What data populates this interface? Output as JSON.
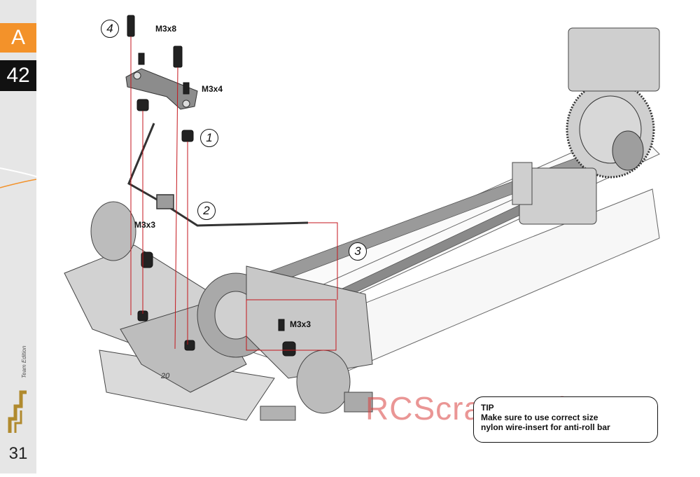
{
  "sidebar": {
    "section_letter": "A",
    "step_number": "42",
    "page_number": "31",
    "logo_caption": "Team Edition"
  },
  "steps": [
    "1",
    "2",
    "3",
    "4"
  ],
  "labels": {
    "screw_top": "M3x8",
    "screw_small": "M3x4",
    "screw_left": "M3x3",
    "screw_right": "M3x3",
    "plate_marking": "20"
  },
  "tip": {
    "title": "TIP",
    "line1": "Make sure to use correct size",
    "line2": "nylon wire-insert for anti-roll bar"
  },
  "watermark": "RCScrapyard.net",
  "colors": {
    "section_tab": "#f3922a",
    "step_tab": "#111111",
    "guide_lines": "#c4161c",
    "part_gray": "#8c8c8c"
  }
}
